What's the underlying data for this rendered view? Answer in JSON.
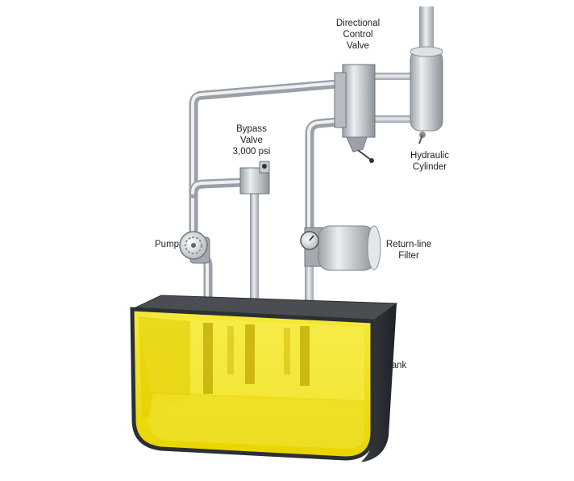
{
  "diagram": {
    "labels": {
      "directional_valve": [
        "Directional",
        "Control",
        "Valve"
      ],
      "bypass_valve": [
        "Bypass",
        "Valve",
        "3,000 psi"
      ],
      "hydraulic_cylinder": [
        "Hydraulic",
        "Cylinder"
      ],
      "pump": "Pump",
      "return_filter": [
        "Return-line",
        "Filter"
      ],
      "tank": "Tank"
    },
    "colors": {
      "fluid": "#f2e21a",
      "fluid_dark": "#c9b400",
      "pipe": "#c8ccd0",
      "tank_shell": "#2c2f33"
    }
  }
}
